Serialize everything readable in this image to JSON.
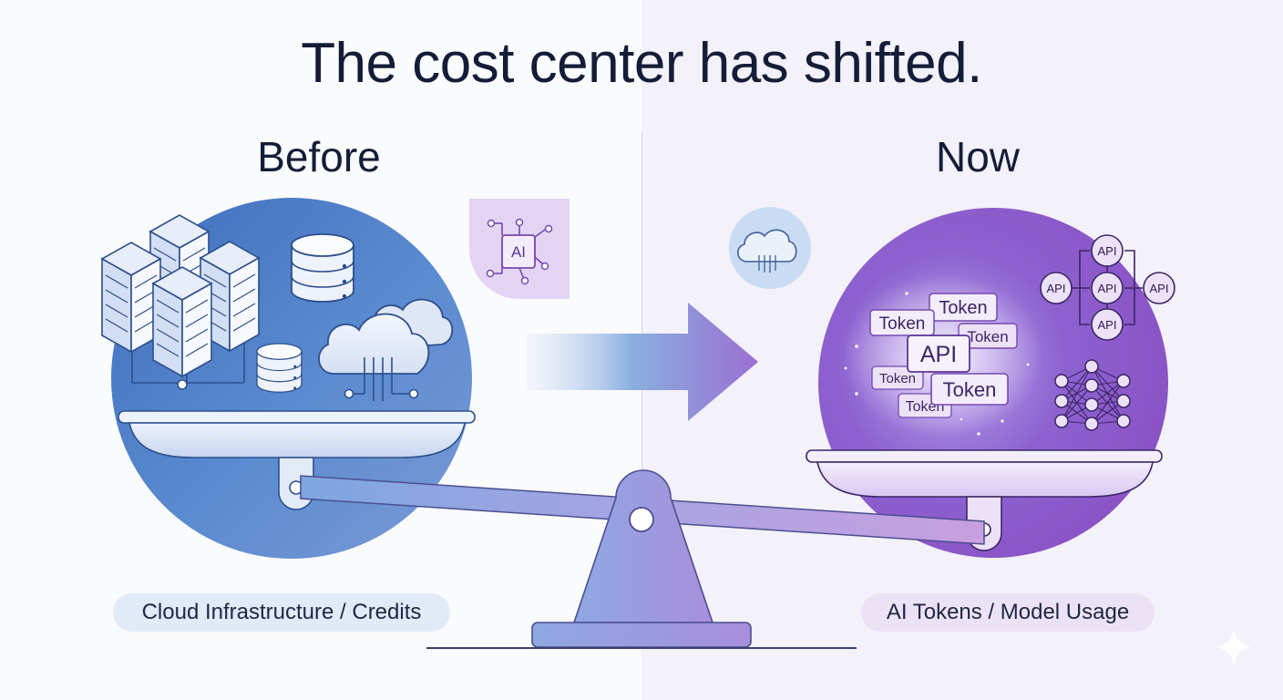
{
  "title": "The cost center has shifted.",
  "before": {
    "heading": "Before",
    "label": "Cloud Infrastructure / Credits",
    "ai_badge": "AI"
  },
  "now": {
    "heading": "Now",
    "label": "AI Tokens / Model Usage",
    "token_chips": [
      "Token",
      "Token",
      "Token",
      "Token",
      "Token",
      "Token"
    ],
    "api_center": "API",
    "api_nodes": [
      "API",
      "API",
      "API",
      "API",
      "API"
    ]
  },
  "colors": {
    "title_text": "#141d38",
    "before_accent": "#4a7cc7",
    "now_accent": "#8a5fc9"
  },
  "icons": {
    "servers": "server-rack-icon",
    "database": "database-icon",
    "cloud": "cloud-icon",
    "ai_chip": "ai-chip-icon",
    "small_cloud": "cloud-icon",
    "neural_net": "neural-network-icon",
    "scale": "balance-scale-icon",
    "arrow": "arrow-right-icon"
  }
}
